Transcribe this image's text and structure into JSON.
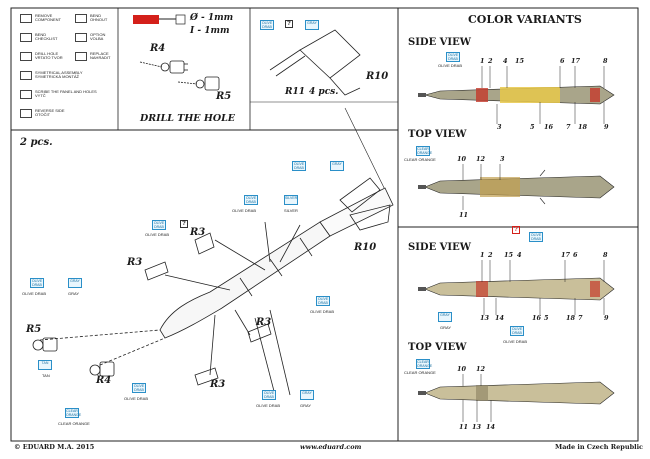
{
  "legend": [
    {
      "text": "REMOVE\nCOMPONENT",
      "icon": "remove-icon"
    },
    {
      "text": "BEND\nCHECKLIST",
      "icon": "bend-icon"
    },
    {
      "text": "DRILL HOLE\nVRTATO TVOR",
      "icon": "drill-icon"
    },
    {
      "text": "SYMETRICAL ASSEMBLY\nSYMETRICKÁ MONTÁŽ",
      "icon": "symmetric-icon"
    },
    {
      "text": "SCRIBE THE PANEL AND HOLES\nVYTČ",
      "icon": "scribe-icon"
    },
    {
      "text": "REVERSE SIDE\nOTOČIT",
      "icon": "reverse-icon"
    },
    {
      "text": "BEND\nOHNOUT",
      "icon": "bend2-icon"
    },
    {
      "text": "OPTION\nVOLBA",
      "icon": "option-icon"
    },
    {
      "text": "REPLACE\nNAHRADIT",
      "icon": "replace-icon"
    }
  ],
  "drill": {
    "size1": "Ø - 1mm",
    "size2": "I - 1mm",
    "title": "DRILL THE HOLE",
    "r4": "R4",
    "r5": "R5"
  },
  "r11_panel": {
    "r11": "R11",
    "pcs": "4 pcs.",
    "r10": "R10"
  },
  "main": {
    "qty": "2 pcs.",
    "r3a": "R3",
    "r3b": "R3",
    "r3c": "R3",
    "r4": "R4",
    "r5": "R5",
    "r10": "R10",
    "callouts": {
      "olive_drab": "OLIVE DRAB",
      "silver": "SILVER",
      "gray": "GRAY",
      "tan": "TAN",
      "clear_orange": "CLEAR ORANGE"
    }
  },
  "color_variants": {
    "title": "COLOR VARIANTS",
    "side_view": "SIDE VIEW",
    "top_view": "TOP VIEW",
    "side_view_2": "SIDE VIEW",
    "top_view_2": "TOP VIEW",
    "olive_drab": "OLIVE DRAB",
    "clear_orange": "CLEAR ORANGE",
    "gray": "GRAY",
    "option_mark": "?"
  },
  "footer": {
    "copyright": "© EDUARD M.A. 2015",
    "url": "www.eduard.com",
    "made_in": "Made in Czech Republic"
  },
  "colors": {
    "callout_blue": "#2a8fc8",
    "olive": "#9b9570",
    "yellow_band": "#e8c84a",
    "red": "#d4201a",
    "tan_bomb": "#c9bf9a"
  }
}
